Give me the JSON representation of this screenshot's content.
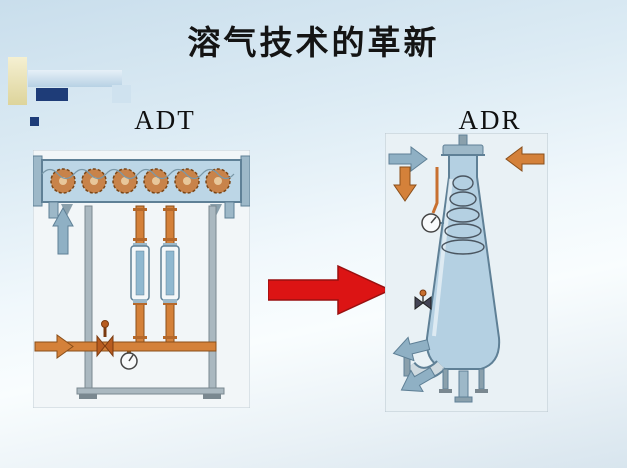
{
  "slide": {
    "title": "溶气技术的革新"
  },
  "diagrams": {
    "left": {
      "label": "ADT"
    },
    "right": {
      "label": "ADR"
    }
  },
  "icons": {
    "transition_arrow": "red-right-arrow",
    "left_inlet": "orange-right-arrow",
    "left_vent": "blue-up-arrow",
    "right_inlet": "blue-right-arrow",
    "right_air": "orange-left-arrow",
    "right_recycle": "orange-down-arrow",
    "right_outlet": "blue-down-left-arrows"
  },
  "colors": {
    "red_arrow": "#dc1414",
    "orange": "#d4813a",
    "steel_blue": "#8fb0c4",
    "tank_blue": "#bcd6e6",
    "vessel_blue": "#b4d0e2",
    "decor_cream": "#ece5bd",
    "decor_pale_blue": "#cfe2ef",
    "decor_navy": "#1e3c78"
  }
}
